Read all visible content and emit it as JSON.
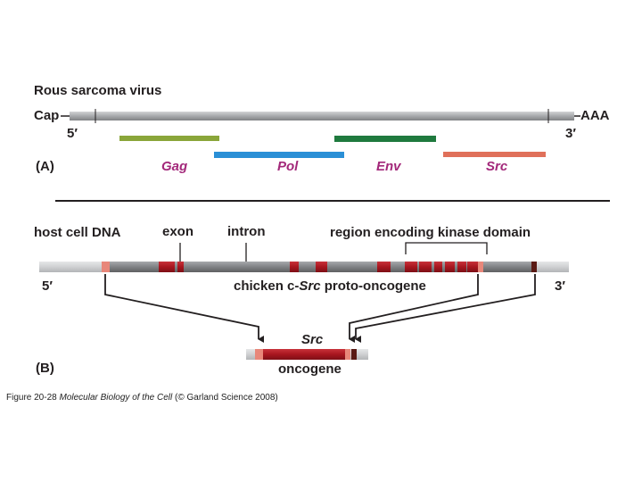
{
  "panel_a": {
    "title": "Rous sarcoma virus",
    "cap_label": "Cap",
    "polya_label": "AAA",
    "five_prime": "5′",
    "three_prime": "3′",
    "panel_label": "(A)",
    "genes": [
      {
        "name": "Gag",
        "color": "#8aa63a"
      },
      {
        "name": "Pol",
        "color": "#2a8fd6"
      },
      {
        "name": "Env",
        "color": "#1f7a3e"
      },
      {
        "name": "Src",
        "color": "#e0705a"
      }
    ]
  },
  "panel_b": {
    "host_label": "host cell DNA",
    "exon_label": "exon",
    "intron_label": "intron",
    "kinase_label": "region encoding kinase domain",
    "five_prime": "5′",
    "three_prime": "3′",
    "gene_label_pre": "chicken c-",
    "gene_label_italic": "Src",
    "gene_label_post": " proto-oncogene",
    "oncogene_name": "Src",
    "oncogene_label": "oncogene",
    "panel_label": "(B)"
  },
  "caption": {
    "prefix": "Figure 20-28 ",
    "book": "Molecular Biology of the Cell",
    "suffix": " (© Garland Science 2008)"
  },
  "colors": {
    "exon_red": "#b01c25",
    "utr_pink": "#e8877a",
    "dark_end": "#5a1a14",
    "label_magenta": "#a3287a",
    "text": "#231f20"
  }
}
